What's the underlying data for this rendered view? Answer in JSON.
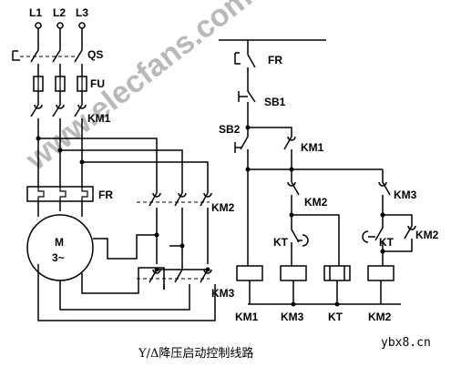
{
  "watermark": "www.elecfans.com",
  "caption": "Y/Δ降压启动控制线路",
  "site_mark": "ybx8.cn",
  "power_circuit": {
    "phases": [
      "L1",
      "L2",
      "L3"
    ],
    "qs": "QS",
    "fu": "FU",
    "km1": "KM1",
    "fr": "FR",
    "motor_line1": "M",
    "motor_line2": "3~",
    "km2": "KM2",
    "km3": "KM3"
  },
  "control_circuit": {
    "fr": "FR",
    "sb1": "SB1",
    "sb2": "SB2",
    "km1_hold": "KM1",
    "km2_nc": "KM2",
    "km3_nc": "KM3",
    "kt_left": "KT",
    "kt_right": "KT",
    "km2_hold": "KM2",
    "coils": [
      "KM1",
      "KM3",
      "KT",
      "KM2"
    ]
  }
}
